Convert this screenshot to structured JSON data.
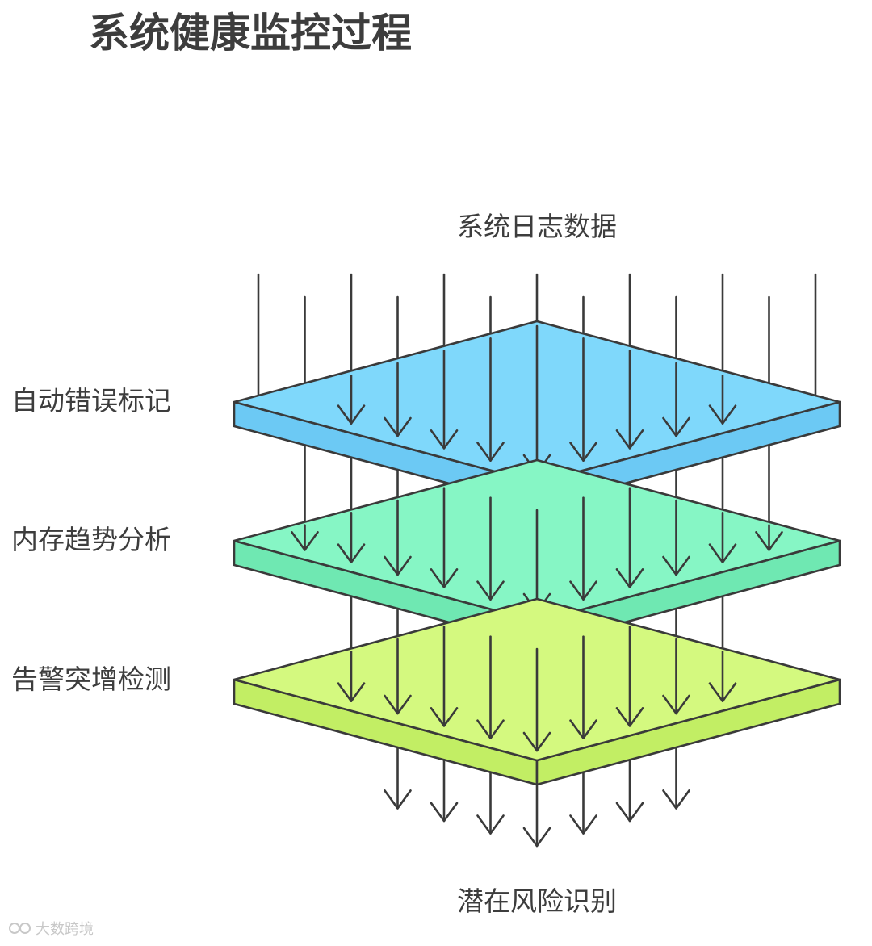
{
  "title": "系统健康监控过程",
  "input_label": "系统日志数据",
  "output_label": "潜在风险识别",
  "layers": [
    {
      "label": "自动错误标记",
      "top_color": "#7fd8fb",
      "side_color": "#6cc9f4"
    },
    {
      "label": "内存趋势分析",
      "top_color": "#86f6c5",
      "side_color": "#6fe8b2"
    },
    {
      "label": "告警突增检测",
      "top_color": "#d4f97f",
      "side_color": "#c2ee64"
    }
  ],
  "watermark": "大数跨境",
  "watermark_logo": "大数跨境-logo"
}
